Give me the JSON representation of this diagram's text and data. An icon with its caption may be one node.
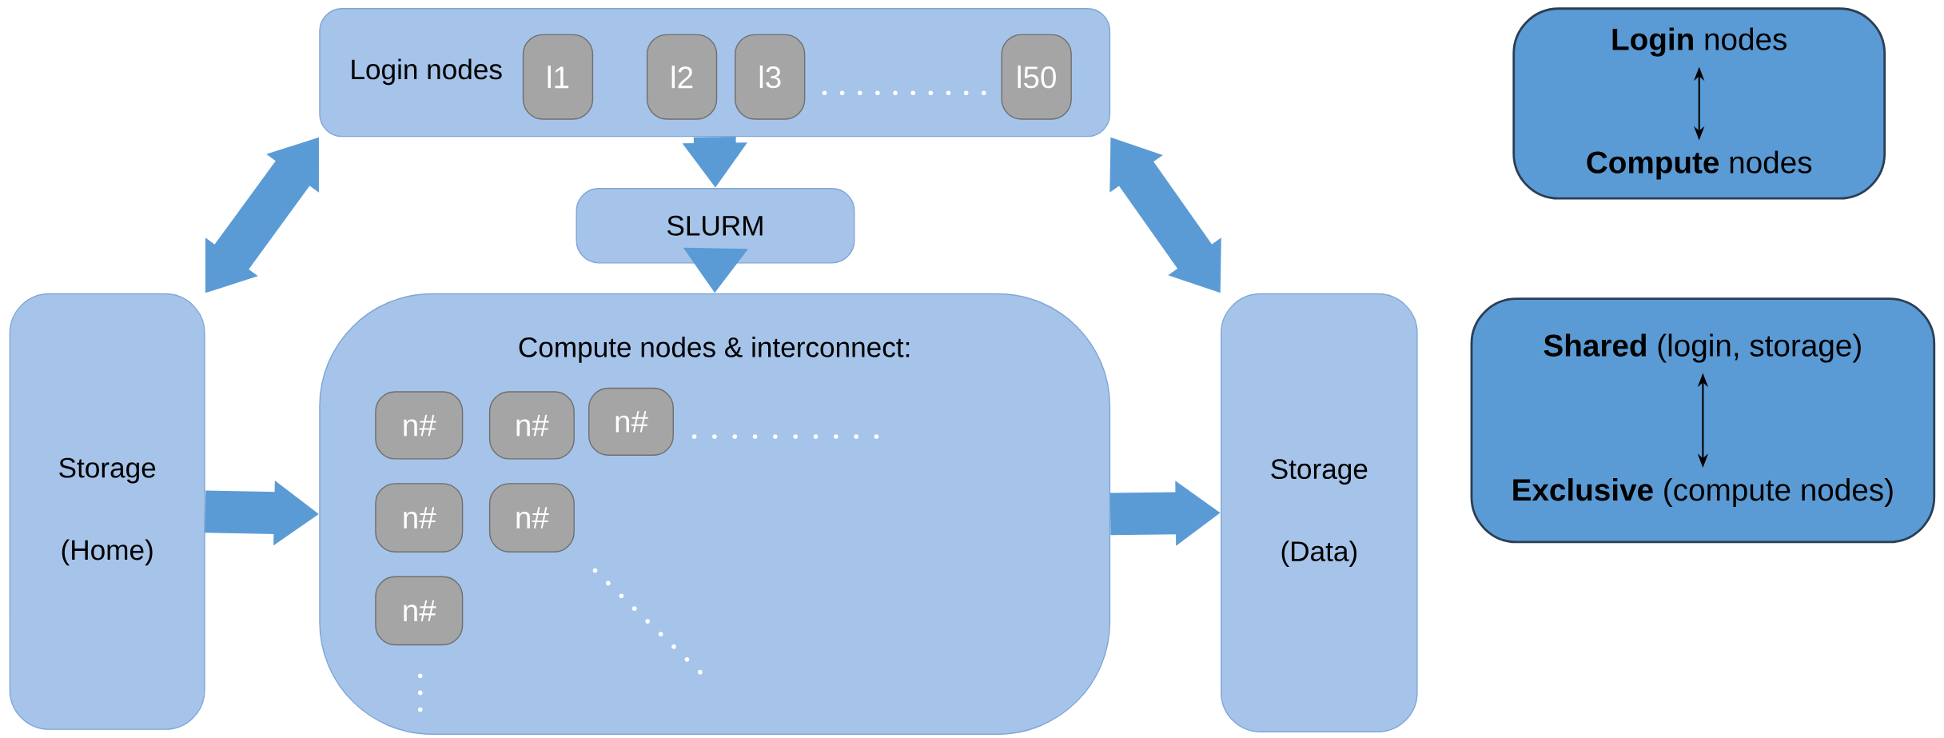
{
  "diagram": {
    "nodes": [
      {
        "text": [
          "Login nodes"
        ]
      },
      {
        "text": [
          "l1"
        ],
        "in": 0
      },
      {
        "text": [
          "l2"
        ],
        "in": 0
      },
      {
        "text": [
          "l3"
        ],
        "in": 0
      },
      {
        "text": [
          "l50"
        ],
        "in": 0
      },
      {
        "text": [
          "SLURM"
        ]
      },
      {
        "text": [
          "Compute nodes & interconnect:"
        ]
      },
      {
        "text": [
          "n#"
        ],
        "in": 6
      },
      {
        "text": [
          "n#"
        ],
        "in": 6
      },
      {
        "text": [
          "n#"
        ],
        "in": 6
      },
      {
        "text": [
          "n#"
        ],
        "in": 6
      },
      {
        "text": [
          "n#"
        ],
        "in": 6
      },
      {
        "text": [
          "n#"
        ],
        "in": 6
      },
      {
        "text": [
          "Storage",
          "(Home)"
        ]
      },
      {
        "text": [
          "Storage",
          "(Data)"
        ]
      },
      {
        "text": [
          "**Login** nodes",
          "**Compute** nodes"
        ]
      },
      {
        "text": [
          "**Shared** (login, storage)",
          "**Exclusive** (compute nodes)"
        ]
      }
    ],
    "edges": [
      {
        "from": 0,
        "to": 13,
        "arrow": "both"
      },
      {
        "from": 0,
        "to": 14,
        "arrow": "both"
      },
      {
        "from": 0,
        "to": 5,
        "arrow": "to"
      },
      {
        "from": 5,
        "to": 6,
        "arrow": "to"
      },
      {
        "from": 13,
        "to": 6,
        "arrow": "to"
      },
      {
        "from": 6,
        "to": 14,
        "arrow": "to"
      }
    ]
  }
}
